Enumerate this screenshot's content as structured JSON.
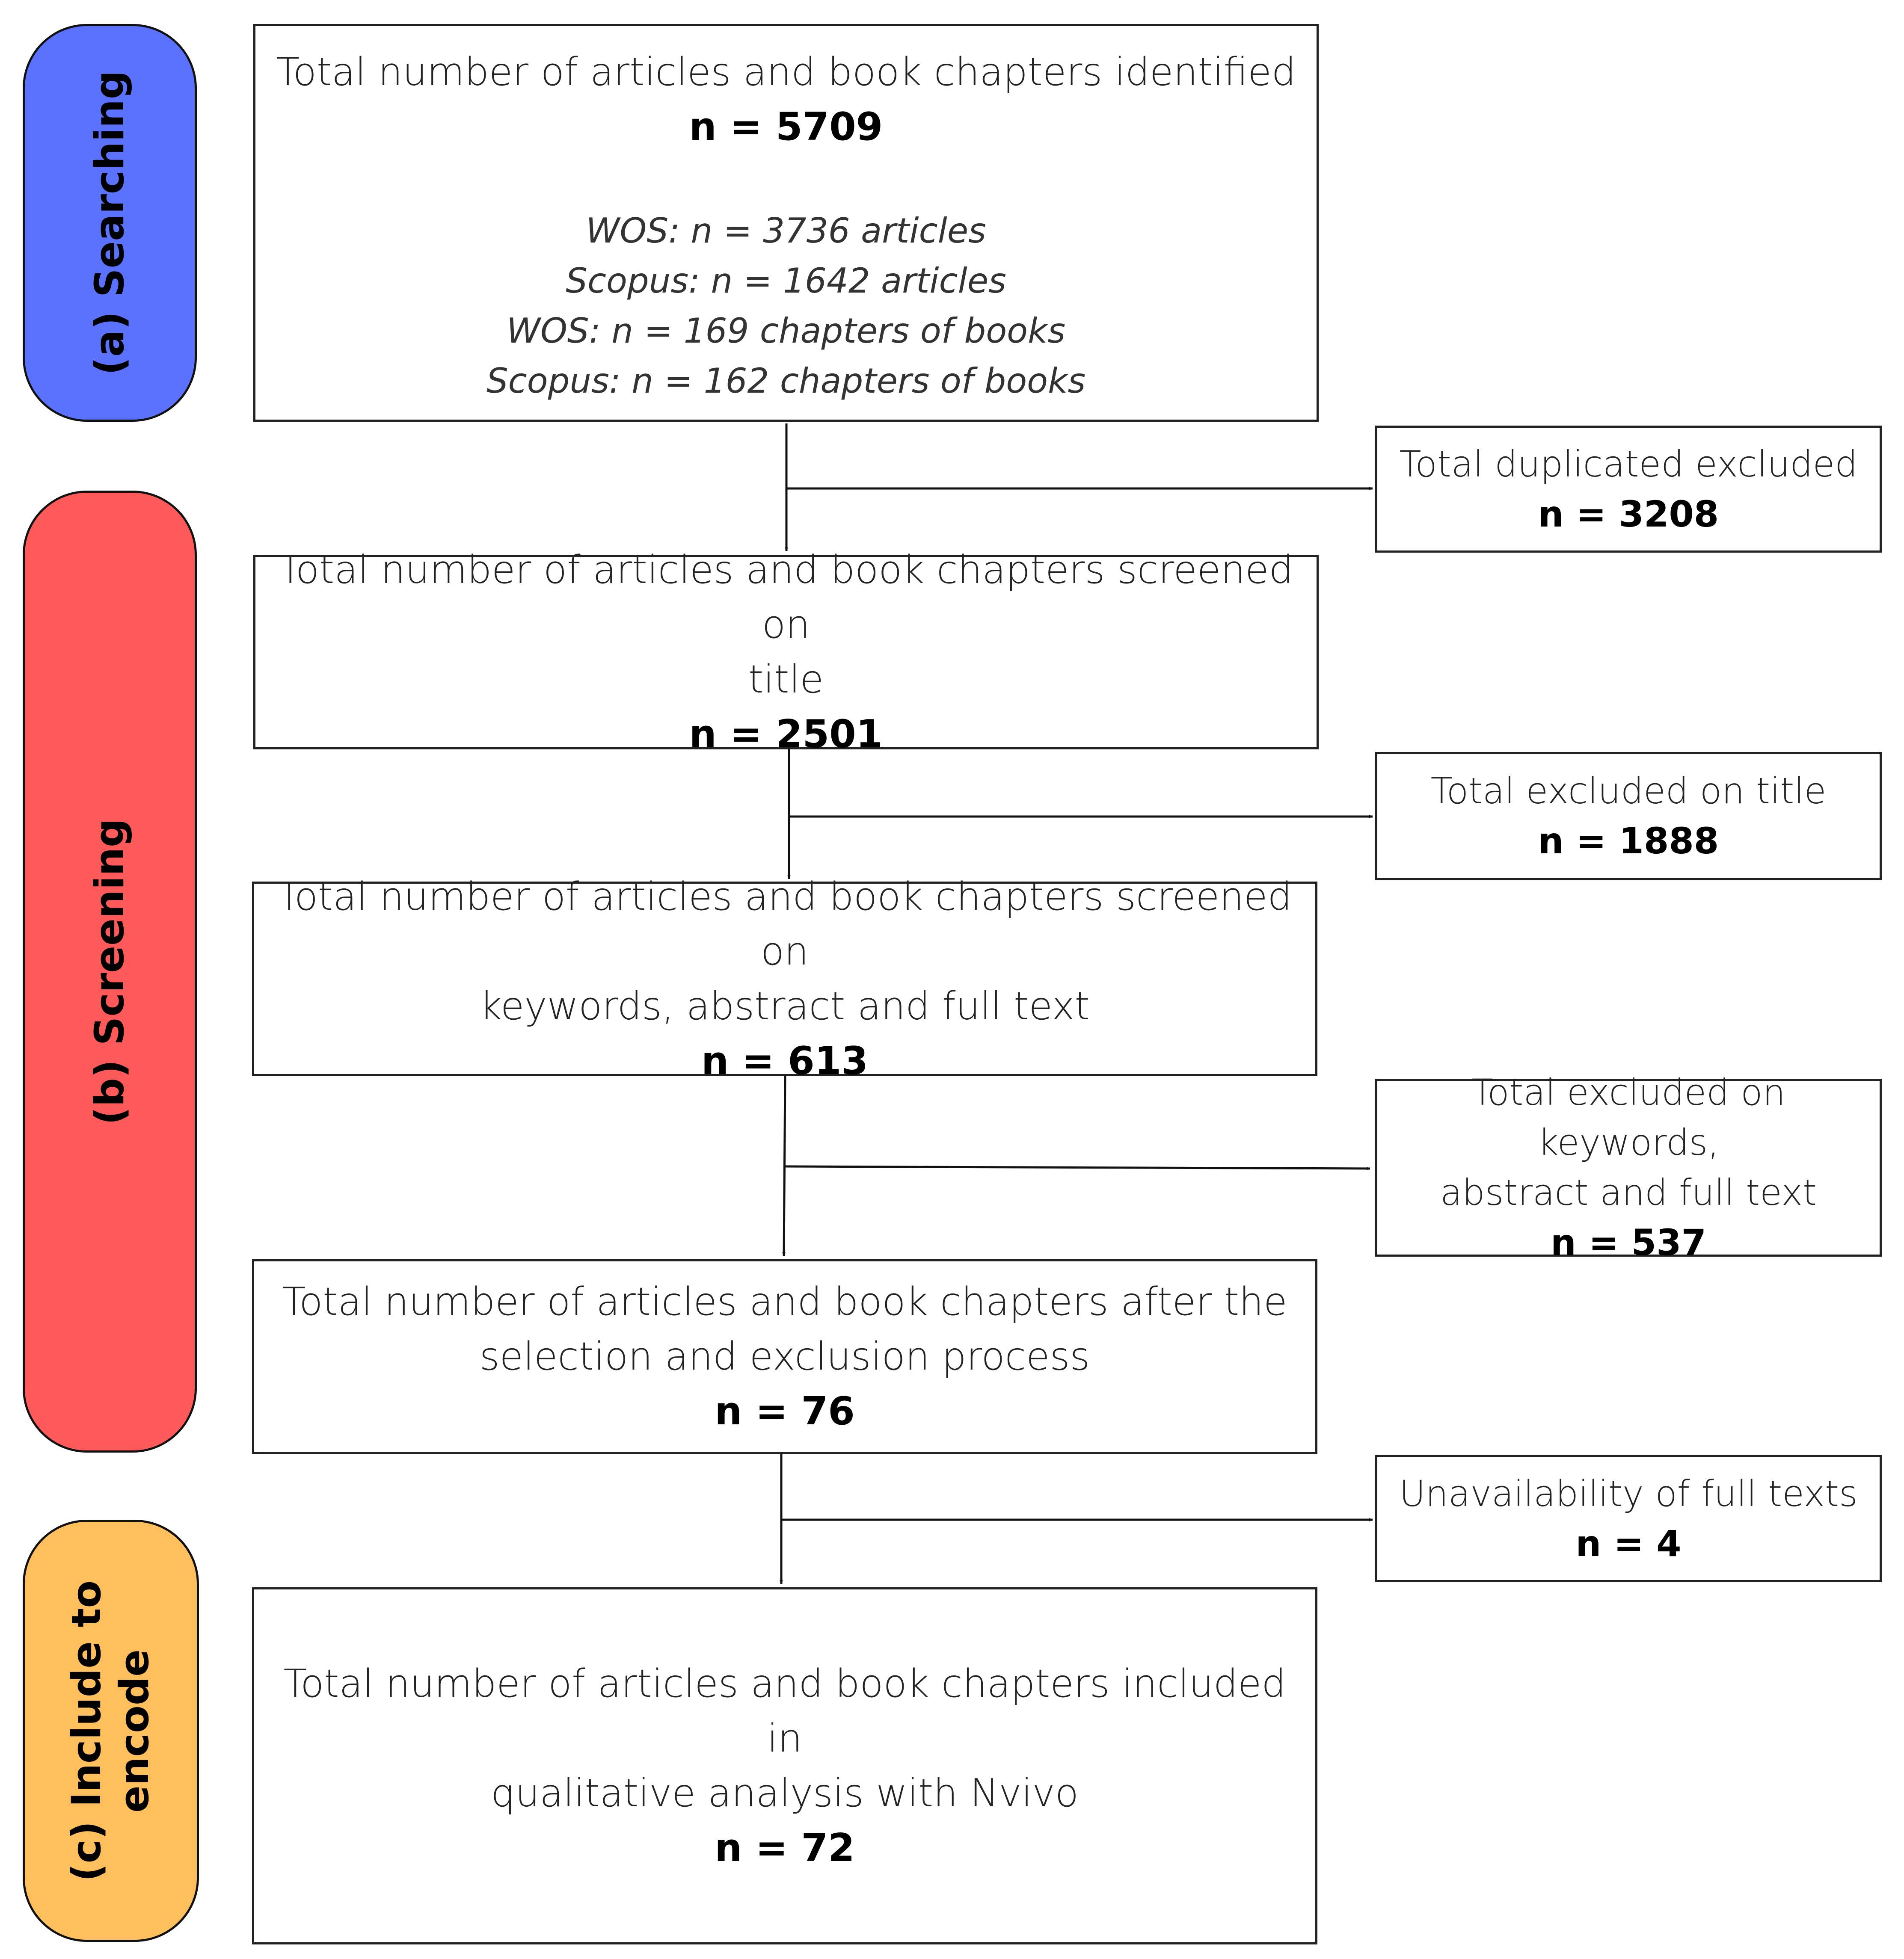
{
  "stages": {
    "searching": {
      "label": "(a) Searching",
      "color": "#5b72ff"
    },
    "screening": {
      "label": "(b) Screening",
      "color": "#ff5a5a"
    },
    "include": {
      "label_line1": "(c) Include to",
      "label_line2": "encode",
      "color": "#ffbf5c"
    }
  },
  "main_boxes": {
    "identified": {
      "text": "Total number of articles and book chapters identified",
      "count": "n = 5709",
      "sources": [
        "WOS: n = 3736 articles",
        "Scopus: n =  1642 articles",
        "WOS: n = 169 chapters of books",
        "Scopus: n = 162 chapters of books"
      ]
    },
    "screened_title": {
      "text_line1": "Total number of articles and book chapters screened on",
      "text_line2": "title",
      "count": "n = 2501"
    },
    "screened_full": {
      "text_line1": "Total number of articles and book chapters screened on",
      "text_line2": "keywords, abstract and full text",
      "count": "n = 613"
    },
    "after_selection": {
      "text_line1": "Total number of articles and book chapters after the",
      "text_line2": "selection and exclusion process",
      "count": "n = 76"
    },
    "included": {
      "text_line1": "Total number of articles and book chapters included in",
      "text_line2": "qualitative analysis with Nvivo",
      "count": "n = 72"
    }
  },
  "side_boxes": {
    "duplicates": {
      "text": "Total duplicated excluded",
      "count": "n = 3208"
    },
    "excluded_title": {
      "text": "Total excluded on title",
      "count": "n = 1888"
    },
    "excluded_full": {
      "text_line1": "Total excluded on keywords,",
      "text_line2": "abstract and full text",
      "count": "n = 537"
    },
    "unavailable": {
      "text": "Unavailability of full texts",
      "count": "n = 4"
    }
  }
}
